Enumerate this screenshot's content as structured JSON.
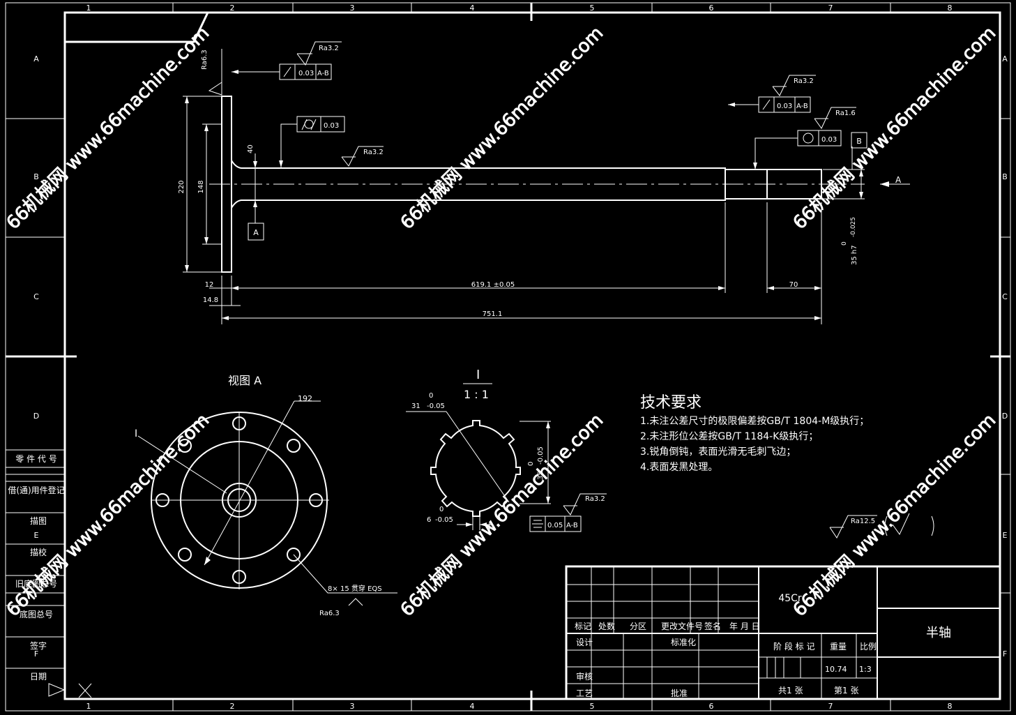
{
  "sheet": {
    "col_labels": [
      "1",
      "2",
      "3",
      "4",
      "5",
      "6",
      "7",
      "8"
    ],
    "row_labels": [
      "A",
      "B",
      "C",
      "D",
      "E",
      "F"
    ]
  },
  "watermark": {
    "text": "66机械网 www.66machine.com",
    "color": "#ffffff"
  },
  "left_strip": {
    "part_code": "零 件 代 号",
    "borrowed_register": "借(通)用件登记",
    "trace": "描图",
    "trace_check": "描校",
    "old_base_no": "旧底图总号",
    "base_no": "底图总号",
    "signature": "签字",
    "date": "日期"
  },
  "main_view": {
    "tol_runout_top": "0.03",
    "datum_ab_top": "A-B",
    "ra_top": "Ra3.2",
    "ra_flange": "Ra6.3",
    "tol_cyl_value": "0.03",
    "ra_shaft": "Ra3.2",
    "dim_40": "40",
    "datum_a": "A",
    "dim_220": "220",
    "dim_148": "148",
    "dim_12": "12",
    "dim_148b": "14.8",
    "dim_619": "619.1 ±0.05",
    "dim_751": "751.1",
    "dim_70": "70",
    "tol_runout_right": "0.03",
    "datum_ab_right": "A-B",
    "ra_right": "Ra3.2",
    "ra_16": "Ra1.6",
    "tol_round_value": "0.03",
    "datum_b": "B",
    "dim_35h7": "35 h7",
    "dim_35h7_tol_upper": "0",
    "dim_35h7_tol_lower": "-0.025",
    "view_arrow_a": "A"
  },
  "view_a": {
    "title": "视图 A",
    "dim_192": "192",
    "section_mark": "I",
    "holes_note": "8×",
    "holes_dia": "15 贯穿 EQS",
    "ra_holes": "Ra6.3"
  },
  "detail": {
    "section_mark": "I",
    "scale": "1 : 1",
    "dim_31": "31",
    "dim_31_tol": "-0.05",
    "dim_31_upper": "0",
    "dim_35": "35",
    "dim_35_tol": "-0.05",
    "dim_35_upper": "0",
    "dim_6": "6",
    "dim_6_tol": "-0.05",
    "dim_6_upper": "0",
    "ra": "Ra3.2",
    "sym_value": "0.05",
    "sym_datum": "A-B"
  },
  "tech": {
    "title": "技术要求",
    "items": [
      "1.未注公差尺寸的极限偏差按GB/T 1804-M级执行；",
      "2.未注形位公差按GB/T 1184-K级执行；",
      "3.锐角倒钝，表面光滑无毛刺飞边；",
      "4.表面发黑处理。"
    ],
    "ra_general": "Ra12.5"
  },
  "title_block": {
    "material": "45Cr",
    "part_name": "半轴",
    "mark": "标记",
    "count": "处数",
    "zone": "分区",
    "change_doc": "更改文件号",
    "sign": "签名",
    "year_month_day": "年 月 日",
    "design": "设计",
    "standardize": "标准化",
    "review": "审核",
    "process": "工艺",
    "approve": "批准",
    "stage_mark": "阶 段 标 记",
    "weight": "重量",
    "scale": "比例",
    "weight_value": "10.74",
    "scale_value": "1:3",
    "total_sheets": "共1 张",
    "sheet_no": "第1 张"
  }
}
